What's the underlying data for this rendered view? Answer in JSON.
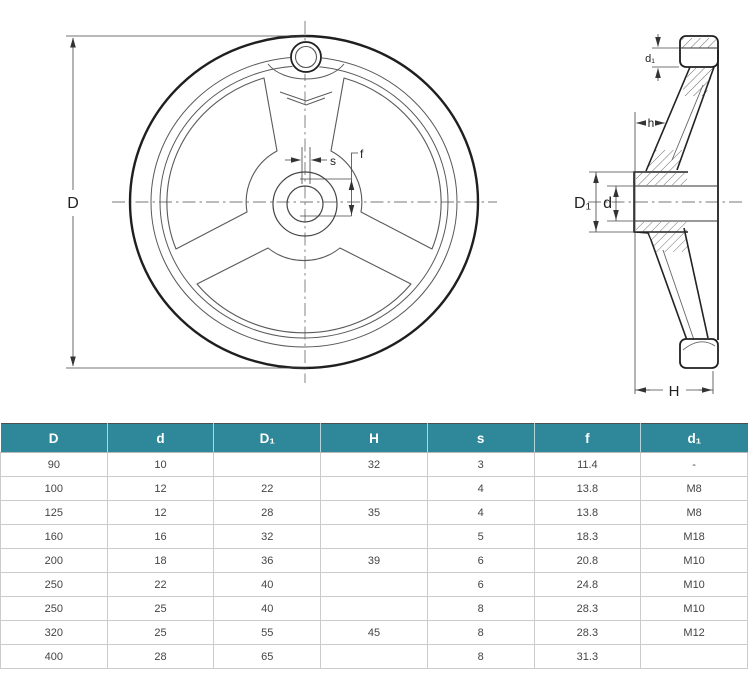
{
  "drawing": {
    "front_view": {
      "labels": {
        "D": "D",
        "s": "s",
        "f": "f"
      }
    },
    "side_view": {
      "labels": {
        "d1": "d₁",
        "h": "h",
        "D1": "D₁",
        "d": "d",
        "H": "H"
      }
    }
  },
  "table": {
    "header_bg": "#2e8899",
    "header_text_color": "#ffffff",
    "headers": [
      "D",
      "d",
      "D₁",
      "H",
      "s",
      "f",
      "d₁"
    ],
    "rows": [
      [
        "90",
        "10",
        "",
        "32",
        "3",
        "11.4",
        "-"
      ],
      [
        "100",
        "12",
        "22",
        "",
        "4",
        "13.8",
        "M8"
      ],
      [
        "125",
        "12",
        "28",
        "35",
        "4",
        "13.8",
        "M8"
      ],
      [
        "160",
        "16",
        "32",
        "",
        "5",
        "18.3",
        "M18"
      ],
      [
        "200",
        "18",
        "36",
        "39",
        "6",
        "20.8",
        "M10"
      ],
      [
        "250",
        "22",
        "40",
        "",
        "6",
        "24.8",
        "M10"
      ],
      [
        "250",
        "25",
        "40",
        "",
        "8",
        "28.3",
        "M10"
      ],
      [
        "320",
        "25",
        "55",
        "45",
        "8",
        "28.3",
        "M12"
      ],
      [
        "400",
        "28",
        "65",
        "",
        "8",
        "31.3",
        ""
      ]
    ]
  }
}
